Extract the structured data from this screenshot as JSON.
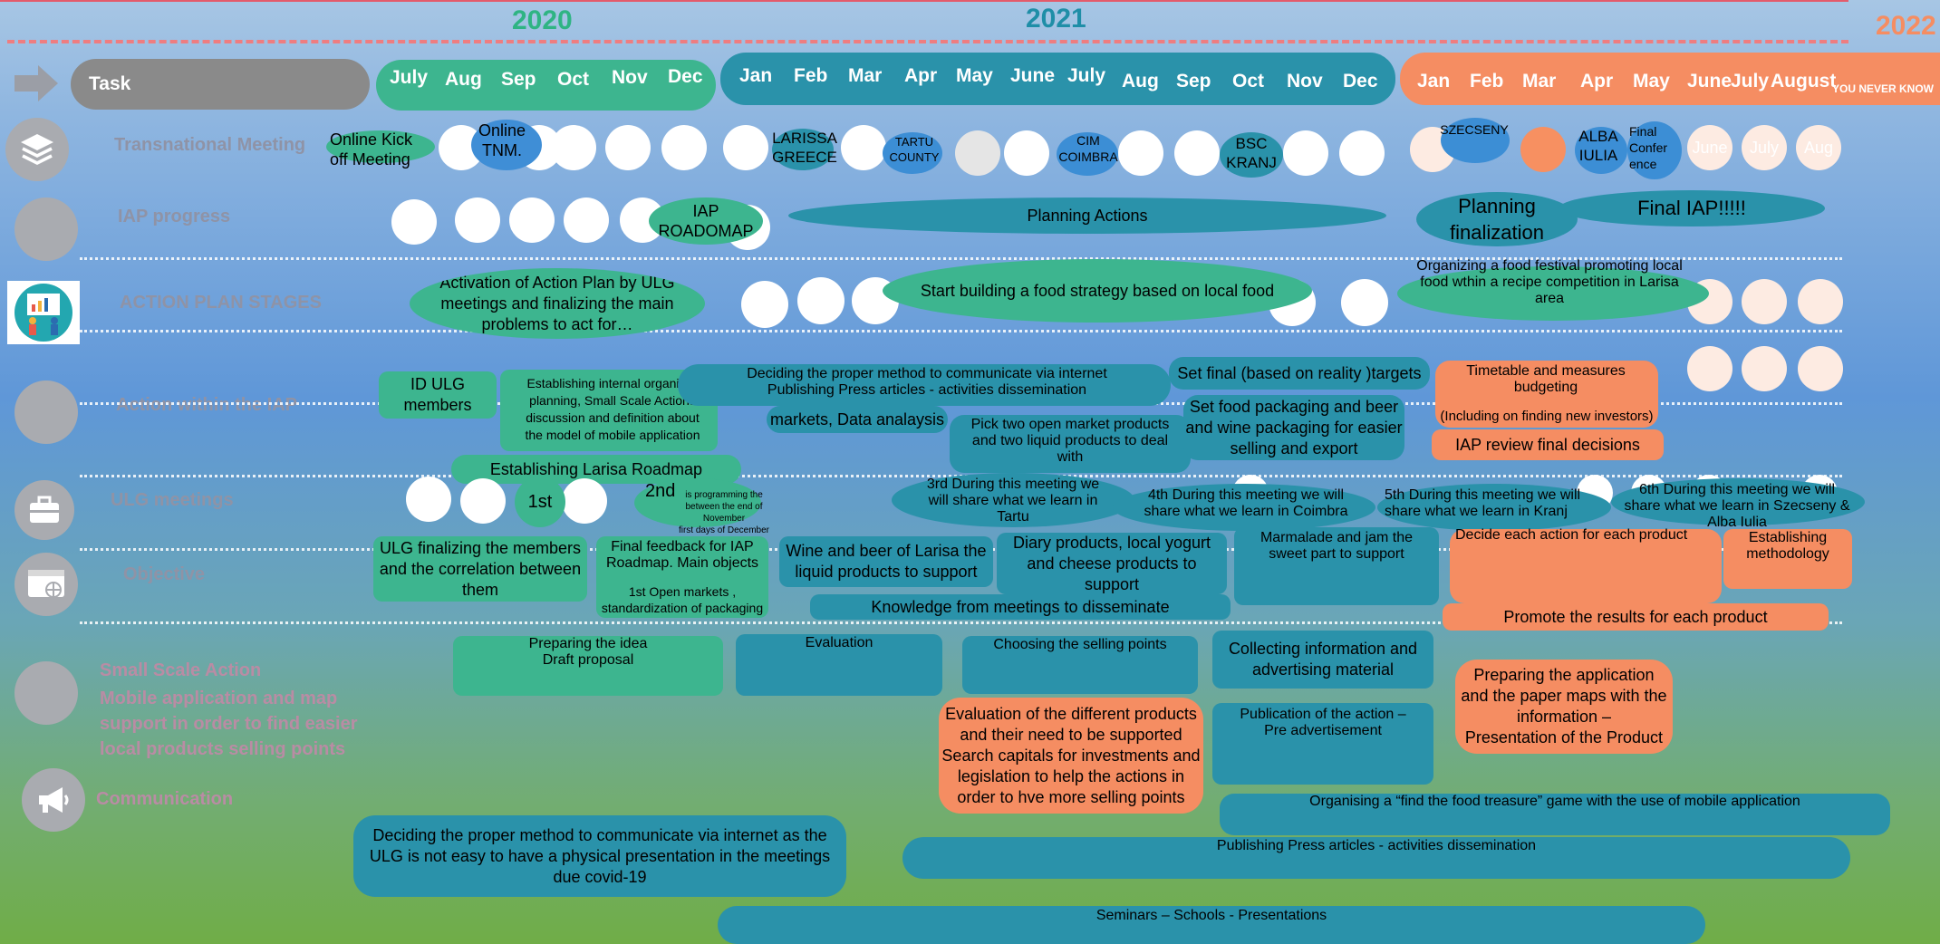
{
  "years": {
    "y2020": "2020",
    "y2021": "2021",
    "y2022": "2022"
  },
  "colors": {
    "green": "#3db58f",
    "teal": "#2a92aa",
    "orange": "#f58d62",
    "grey_bar": "#8a8a8a",
    "year_2020": "#2fb483",
    "year_2021": "#1f8ea7",
    "year_2022": "#f58d62"
  },
  "header": {
    "task_label": "Task",
    "months_2020": [
      "July",
      "Aug",
      "Sep",
      "Oct",
      "Nov",
      "Dec"
    ],
    "months_2021": [
      "Jan",
      "Feb",
      "Mar",
      "Apr",
      "May",
      "June",
      "July",
      "Aug",
      "Sep",
      "Oct",
      "Nov",
      "Dec"
    ],
    "months_2022": [
      "Jan",
      "Feb",
      "Mar",
      "Apr",
      "May",
      "June",
      "July",
      "August"
    ],
    "never_know": "YOU NEVER KNOW"
  },
  "rows": {
    "transnational": "Transnational Meeting",
    "iap_progress": "IAP progress",
    "action_plan": "ACTION PLAN STAGES",
    "action_within": "Action within the IAP",
    "ulg": "ULG meetings",
    "objective": "Objective",
    "ssa_title": "Small Scale Action",
    "ssa_desc": "Mobile application and map\nsupport in order to find easier\nlocal products selling points",
    "communication": "Communication"
  },
  "icons": [
    "arrow-icon",
    "layers-icon",
    "presentation-icon",
    "briefcase-icon",
    "browser-icon",
    "megaphone-icon"
  ],
  "transnational": {
    "kickoff": "Online Kick\noff Meeting",
    "tnm": "Online\nTNM.",
    "larisa": "LARISSA\nGREECE",
    "tartu": "TARTU\nCOUNTY",
    "coimbra": "CIM\nCOIMBRA",
    "kranj": "BSC\nKRANJ",
    "szecseny": "SZECSENY",
    "alba": "ALBA\nIULIA",
    "final_conf": "Final\nConfer\nence",
    "june": "June",
    "july": "July",
    "aug": "Aug"
  },
  "iap": {
    "roadmap": "IAP\nROADOMAP",
    "planning_actions": "Planning Actions",
    "planning_final": "Planning\nfinalization",
    "final_iap": "Final IAP!!!!!"
  },
  "stages": {
    "activation": "Activation of Action Plan by ULG\nmeetings and finalizing the main\nproblems to act for…",
    "food_strategy": "Start building  a food strategy based on local food",
    "festival": "Organizing a food festival promoting local\nfood wthin  a recipe competition in Larisa\narea"
  },
  "actions": {
    "id_ulg": "ID ULG\nmembers",
    "internal": "Establishing internal organiz…\nplanning, Small Scale Actions\ndiscussion and definition about\nthe model of mobile application",
    "method": "Deciding the proper method to communicate via internet\nPublishing  Press articles - activities dissemination",
    "markets": "markets, Data analaysis",
    "pick": "Pick two open market products\nand two liquid products to deal\nwith",
    "targets": "Set final (based on reality )targets",
    "packaging": "Set food packaging and beer\nand wine packaging for easier\nselling and export",
    "timetable": "Timetable and    measures\nbudgeting",
    "investors": "(Including on finding new investors)",
    "review": "IAP review final decisions",
    "roadmap": "Establishing Larisa  Roadmap"
  },
  "ulg": {
    "first": "1st",
    "second": "2nd",
    "second_note": "is programming the\nbetween the end of November\nfirst days of December",
    "third": "3rd During this meeting we\nwill share what we learn in\nTartu",
    "fourth": "4th During this meeting we will\nshare what we learn in Coimbra",
    "fifth": "5th During this meeting we will\nshare what we learn in Kranj",
    "sixth": "6th During this meeting we will\nshare what we learn in Szecseny &\nAlba Iulia"
  },
  "objective": {
    "finalizing": "ULG finalizing the members\nand the correlation between\nthem",
    "feedback": "Final feedback for IAP\nRoadmap. Main objects",
    "feedback_small": "1st Open markets ,\nstandardization of packaging",
    "wine": "Wine and beer of Larisa the\nliquid products to support",
    "diary": "Diary products, local yogurt\nand cheese products to\nsupport",
    "marmalade": "Marmalade and jam the\nsweet part to support",
    "knowledge": "Knowledge from meetings to disseminate",
    "decide": "Decide each action for each product",
    "methodology": "Establishing\nmethodology",
    "promote": "Promote the results for each product"
  },
  "ssa": {
    "preparing": "Preparing the idea\nDraft proposal",
    "evaluation": "Evaluation",
    "choosing": "Choosing the selling points",
    "collecting": "Collecting information and\nadvertising material",
    "prep_app": "Preparing the application\nand the paper maps with the\ninformation –\nPresentation of the Product",
    "eval_products": "Evaluation of the different products\nand their need to be supported\nSearch capitals for investments and\nlegislation to help the actions in\norder to hve more selling points",
    "publication": "Publication of the action –\nPre advertisement"
  },
  "communication": {
    "game": "Organising a “find the food treasure” game with the use of mobile application",
    "method": "Deciding the proper method to communicate via internet as the\nULG is not easy to have a physical presentation in the meetings\ndue covid-19",
    "press": "Publishing  Press articles - activities dissemination",
    "seminars": "Seminars – Schools - Presentations"
  }
}
